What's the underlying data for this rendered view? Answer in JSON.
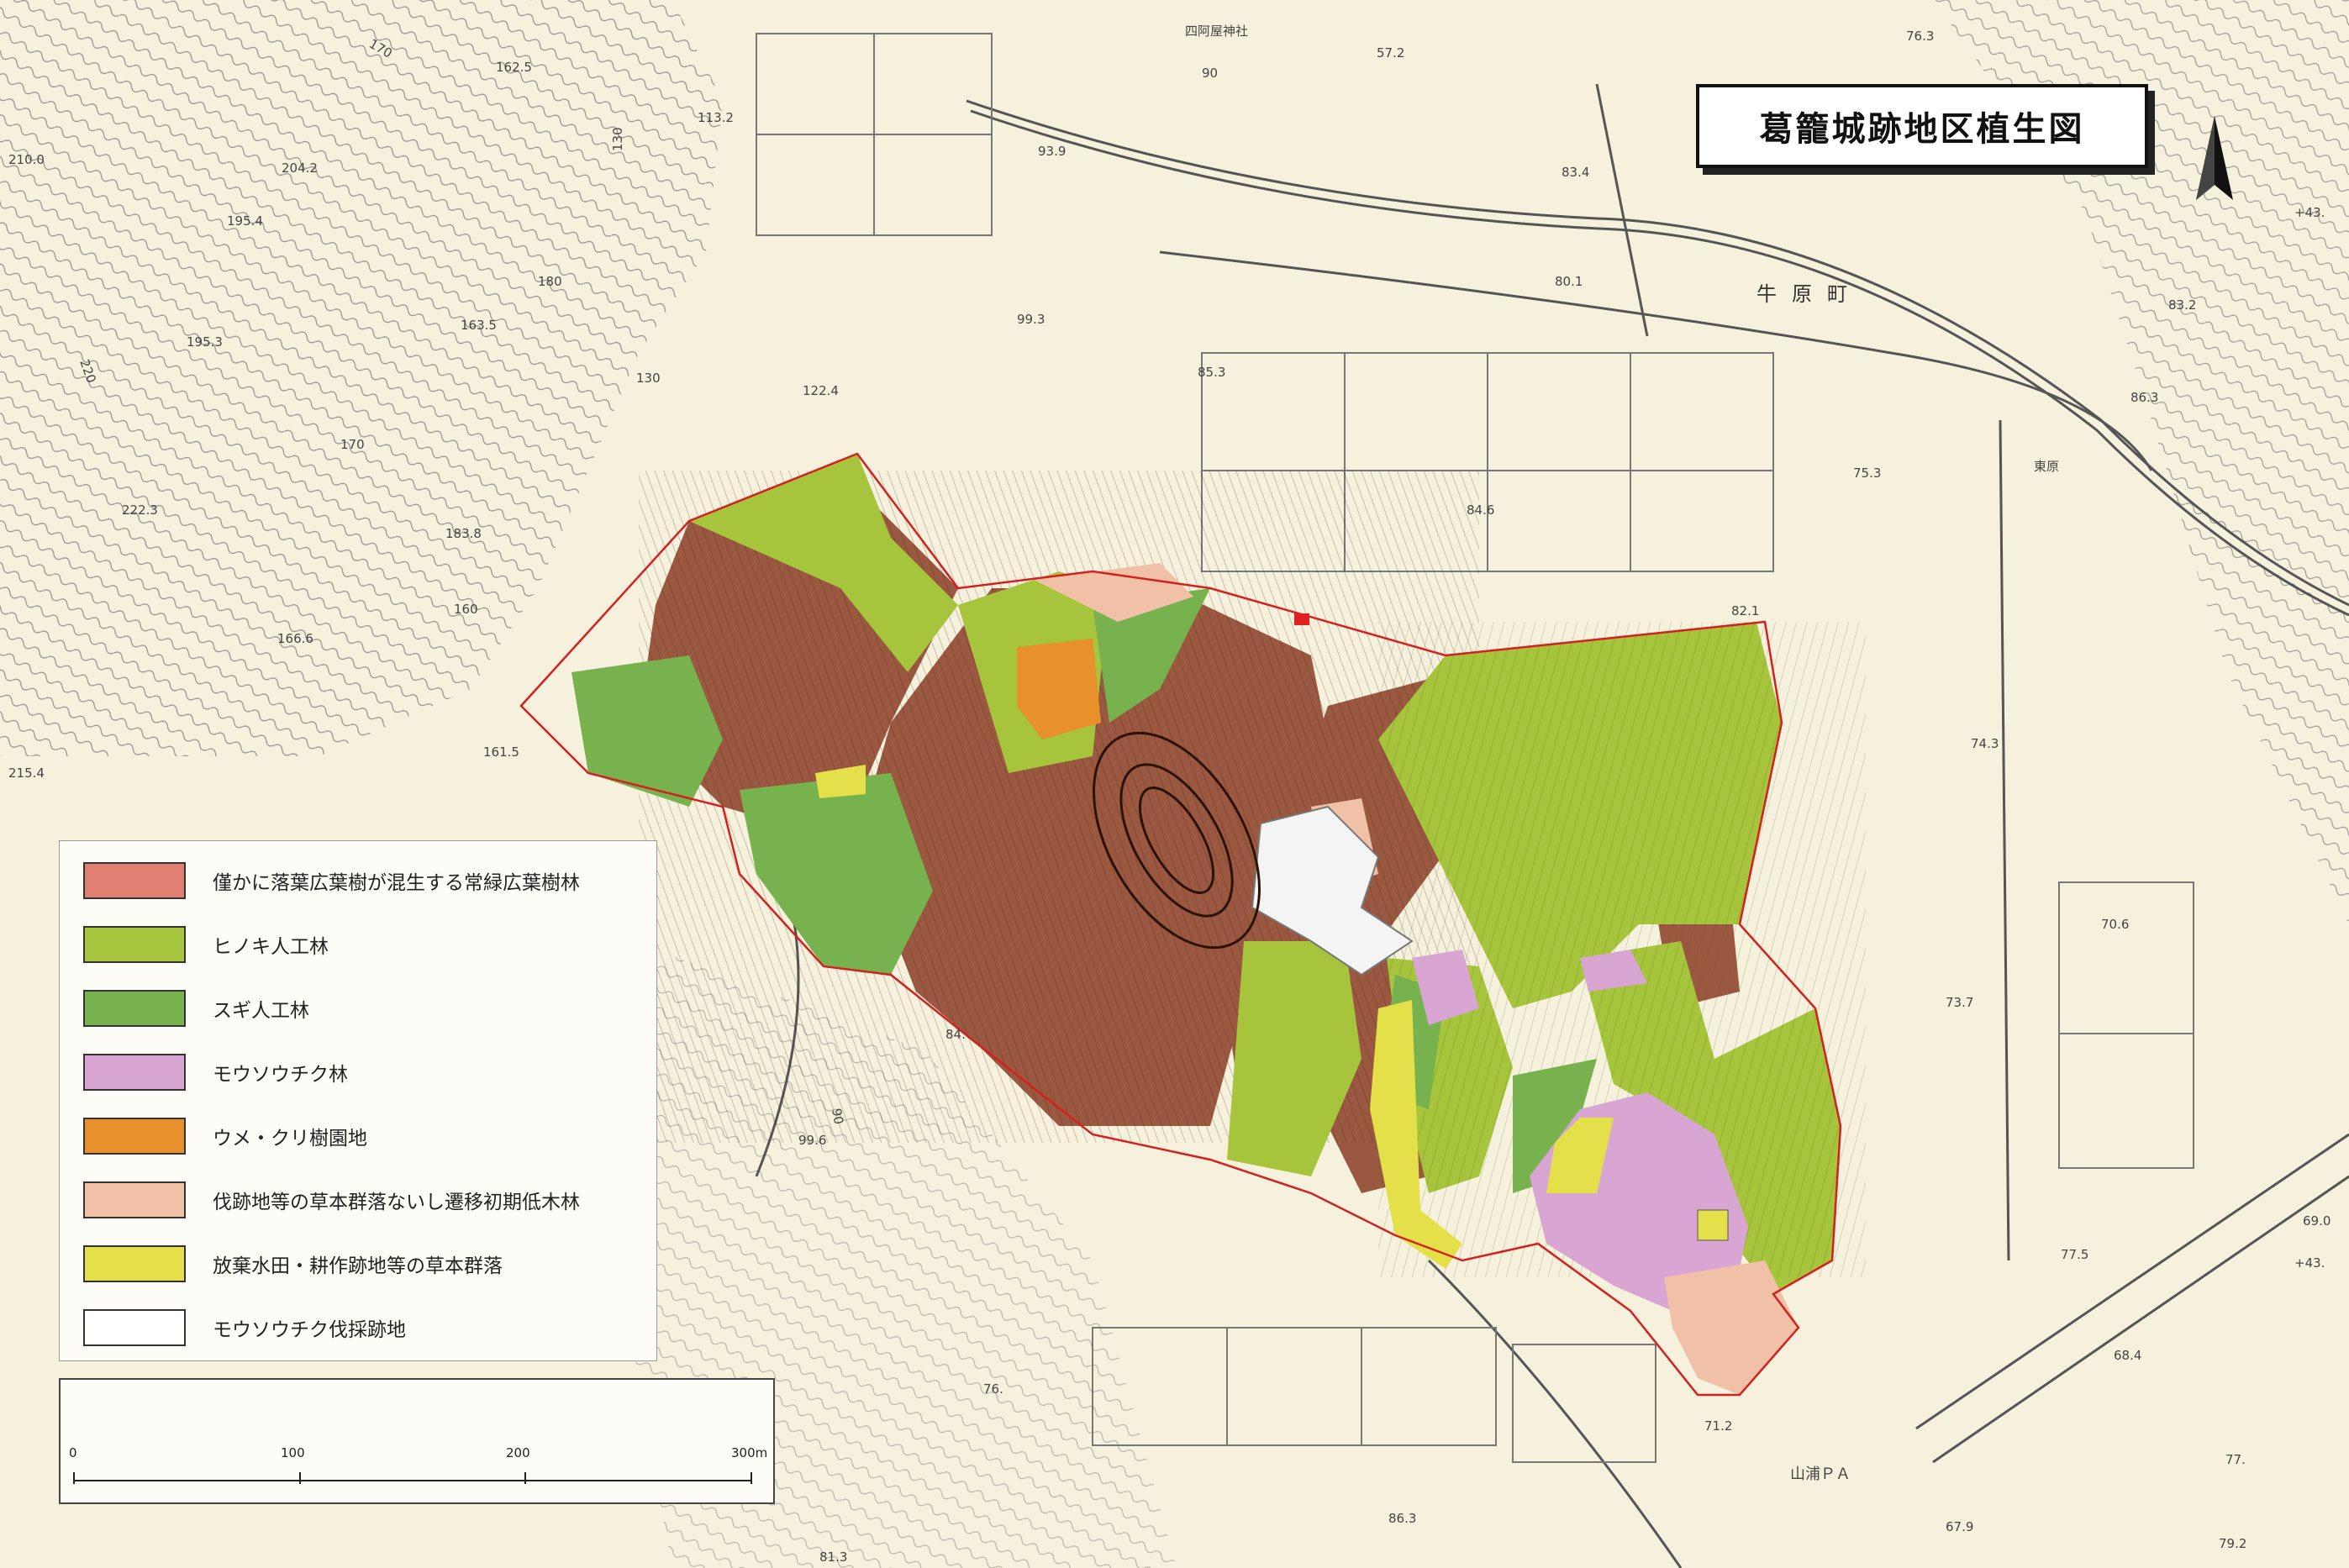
{
  "title": "葛籠城跡地区植生図",
  "north_arrow_icon": "north-arrow-icon",
  "colors": {
    "background": "#f6f1dc",
    "evergreen": "#9b5840",
    "hinoki": "#a6c43c",
    "sugi": "#78b24e",
    "bamboo": "#d9a5d3",
    "orchard": "#e8902c",
    "herbaceous": "#f0c1a6",
    "fallow": "#e4e04a",
    "bamboo_cut": "#ffffff"
  },
  "legend": {
    "items": [
      {
        "label": "僅かに落葉広葉樹が混生する常緑広葉樹林",
        "color": "#e27f73"
      },
      {
        "label": "ヒノキ人工林",
        "color": "#a6c43c"
      },
      {
        "label": "スギ人工林",
        "color": "#78b24e"
      },
      {
        "label": "モウソウチク林",
        "color": "#d9a5d3"
      },
      {
        "label": "ウメ・クリ樹園地",
        "color": "#e8902c"
      },
      {
        "label": "伐跡地等の草本群落ないし遷移初期低木林",
        "color": "#f0c1a6"
      },
      {
        "label": "放棄水田・耕作跡地等の草本群落",
        "color": "#e4e04a"
      },
      {
        "label": "モウソウチク伐採跡地",
        "color": "#ffffff"
      }
    ]
  },
  "scale_bar": {
    "labels": [
      "0",
      "100",
      "200",
      "300m"
    ]
  },
  "map_labels": {
    "shrine": "四阿屋神社",
    "town": "牛原町",
    "parking": "山浦ＰＡ",
    "area_name": "東原",
    "elevations": [
      "210.0",
      "204.2",
      "195.4",
      "162.5",
      "113.2",
      "93.9",
      "57.2",
      "76.3",
      "83.4",
      "80.1",
      "99.3",
      "85.3",
      "122.4",
      "163.5",
      "195.3",
      "222.3",
      "183.8",
      "166.6",
      "161.5",
      "215.4",
      "84.6",
      "82.1",
      "75.3",
      "74.3",
      "70.6",
      "73.7",
      "69.0",
      "77.5",
      "68.4",
      "71.2",
      "67.9",
      "79.2",
      "77.",
      "86.3",
      "81.3",
      "76.",
      "99.6",
      "84.",
      "83.2",
      "86.3"
    ],
    "contours": [
      "170",
      "130",
      "90",
      "170",
      "130",
      "160",
      "220",
      "180",
      "90",
      "+43.",
      "+43."
    ]
  }
}
